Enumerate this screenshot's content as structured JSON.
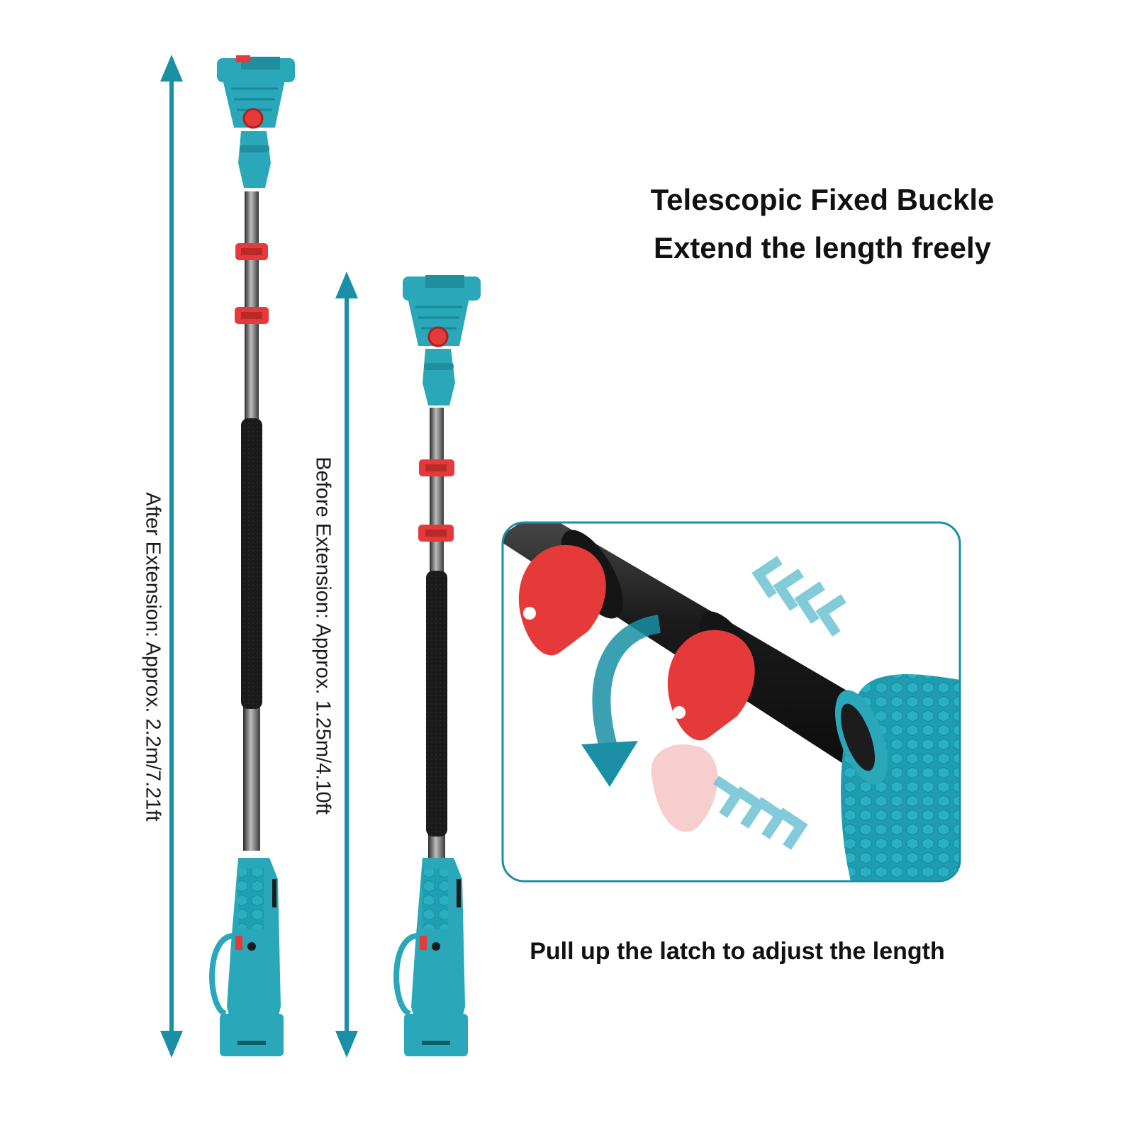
{
  "heading": {
    "line1": "Telescopic Fixed Buckle",
    "line2": "Extend the length freely"
  },
  "caption": "Pull up the latch to adjust the length",
  "measurements": {
    "after_extension": "After Extension: Approx. 2.2m/7.21ft",
    "before_extension": "Before Extension: Approx. 1.25m/4.10ft"
  },
  "colors": {
    "accent_teal": "#1a8fa6",
    "tool_body": "#2aa7b8",
    "latch_red": "#e63a3a",
    "pole_black": "#1c1c1c"
  }
}
